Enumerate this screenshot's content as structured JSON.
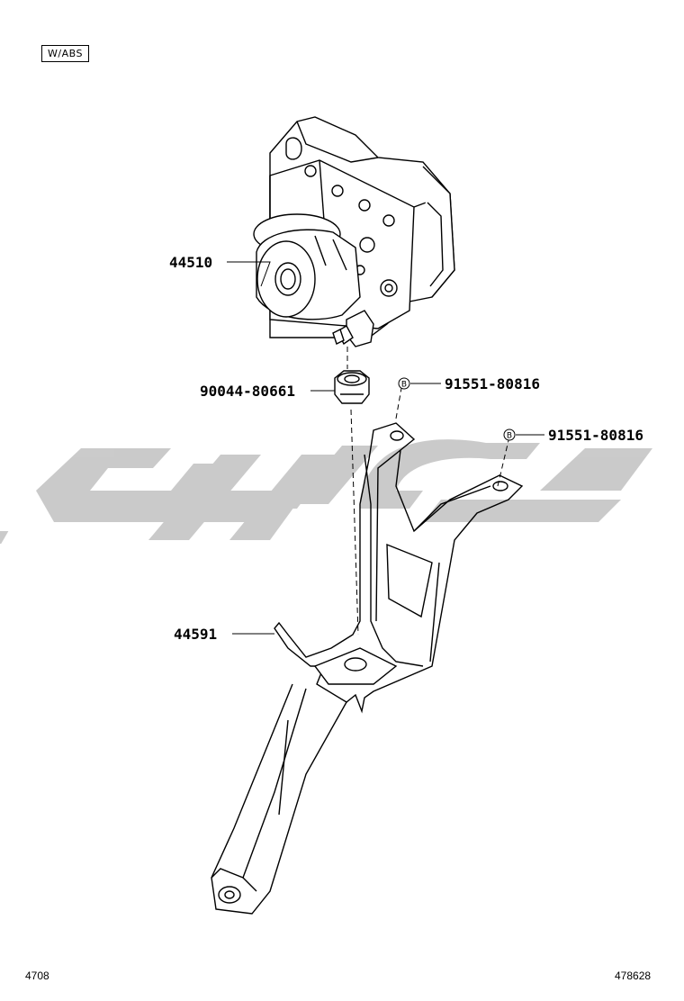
{
  "variant_tag": "W/ABS",
  "watermark_text": "تویوپارت",
  "parts": {
    "abs_actuator": "44510",
    "grommet": "90044-80661",
    "bolt_1": "91551-80816",
    "bolt_2": "91551-80816",
    "bracket": "44591",
    "bolt_marker": "B"
  },
  "footer": {
    "left_code": "4708",
    "right_code": "478628"
  },
  "colors": {
    "line": "#000000",
    "watermark": "#c8c8c8"
  }
}
